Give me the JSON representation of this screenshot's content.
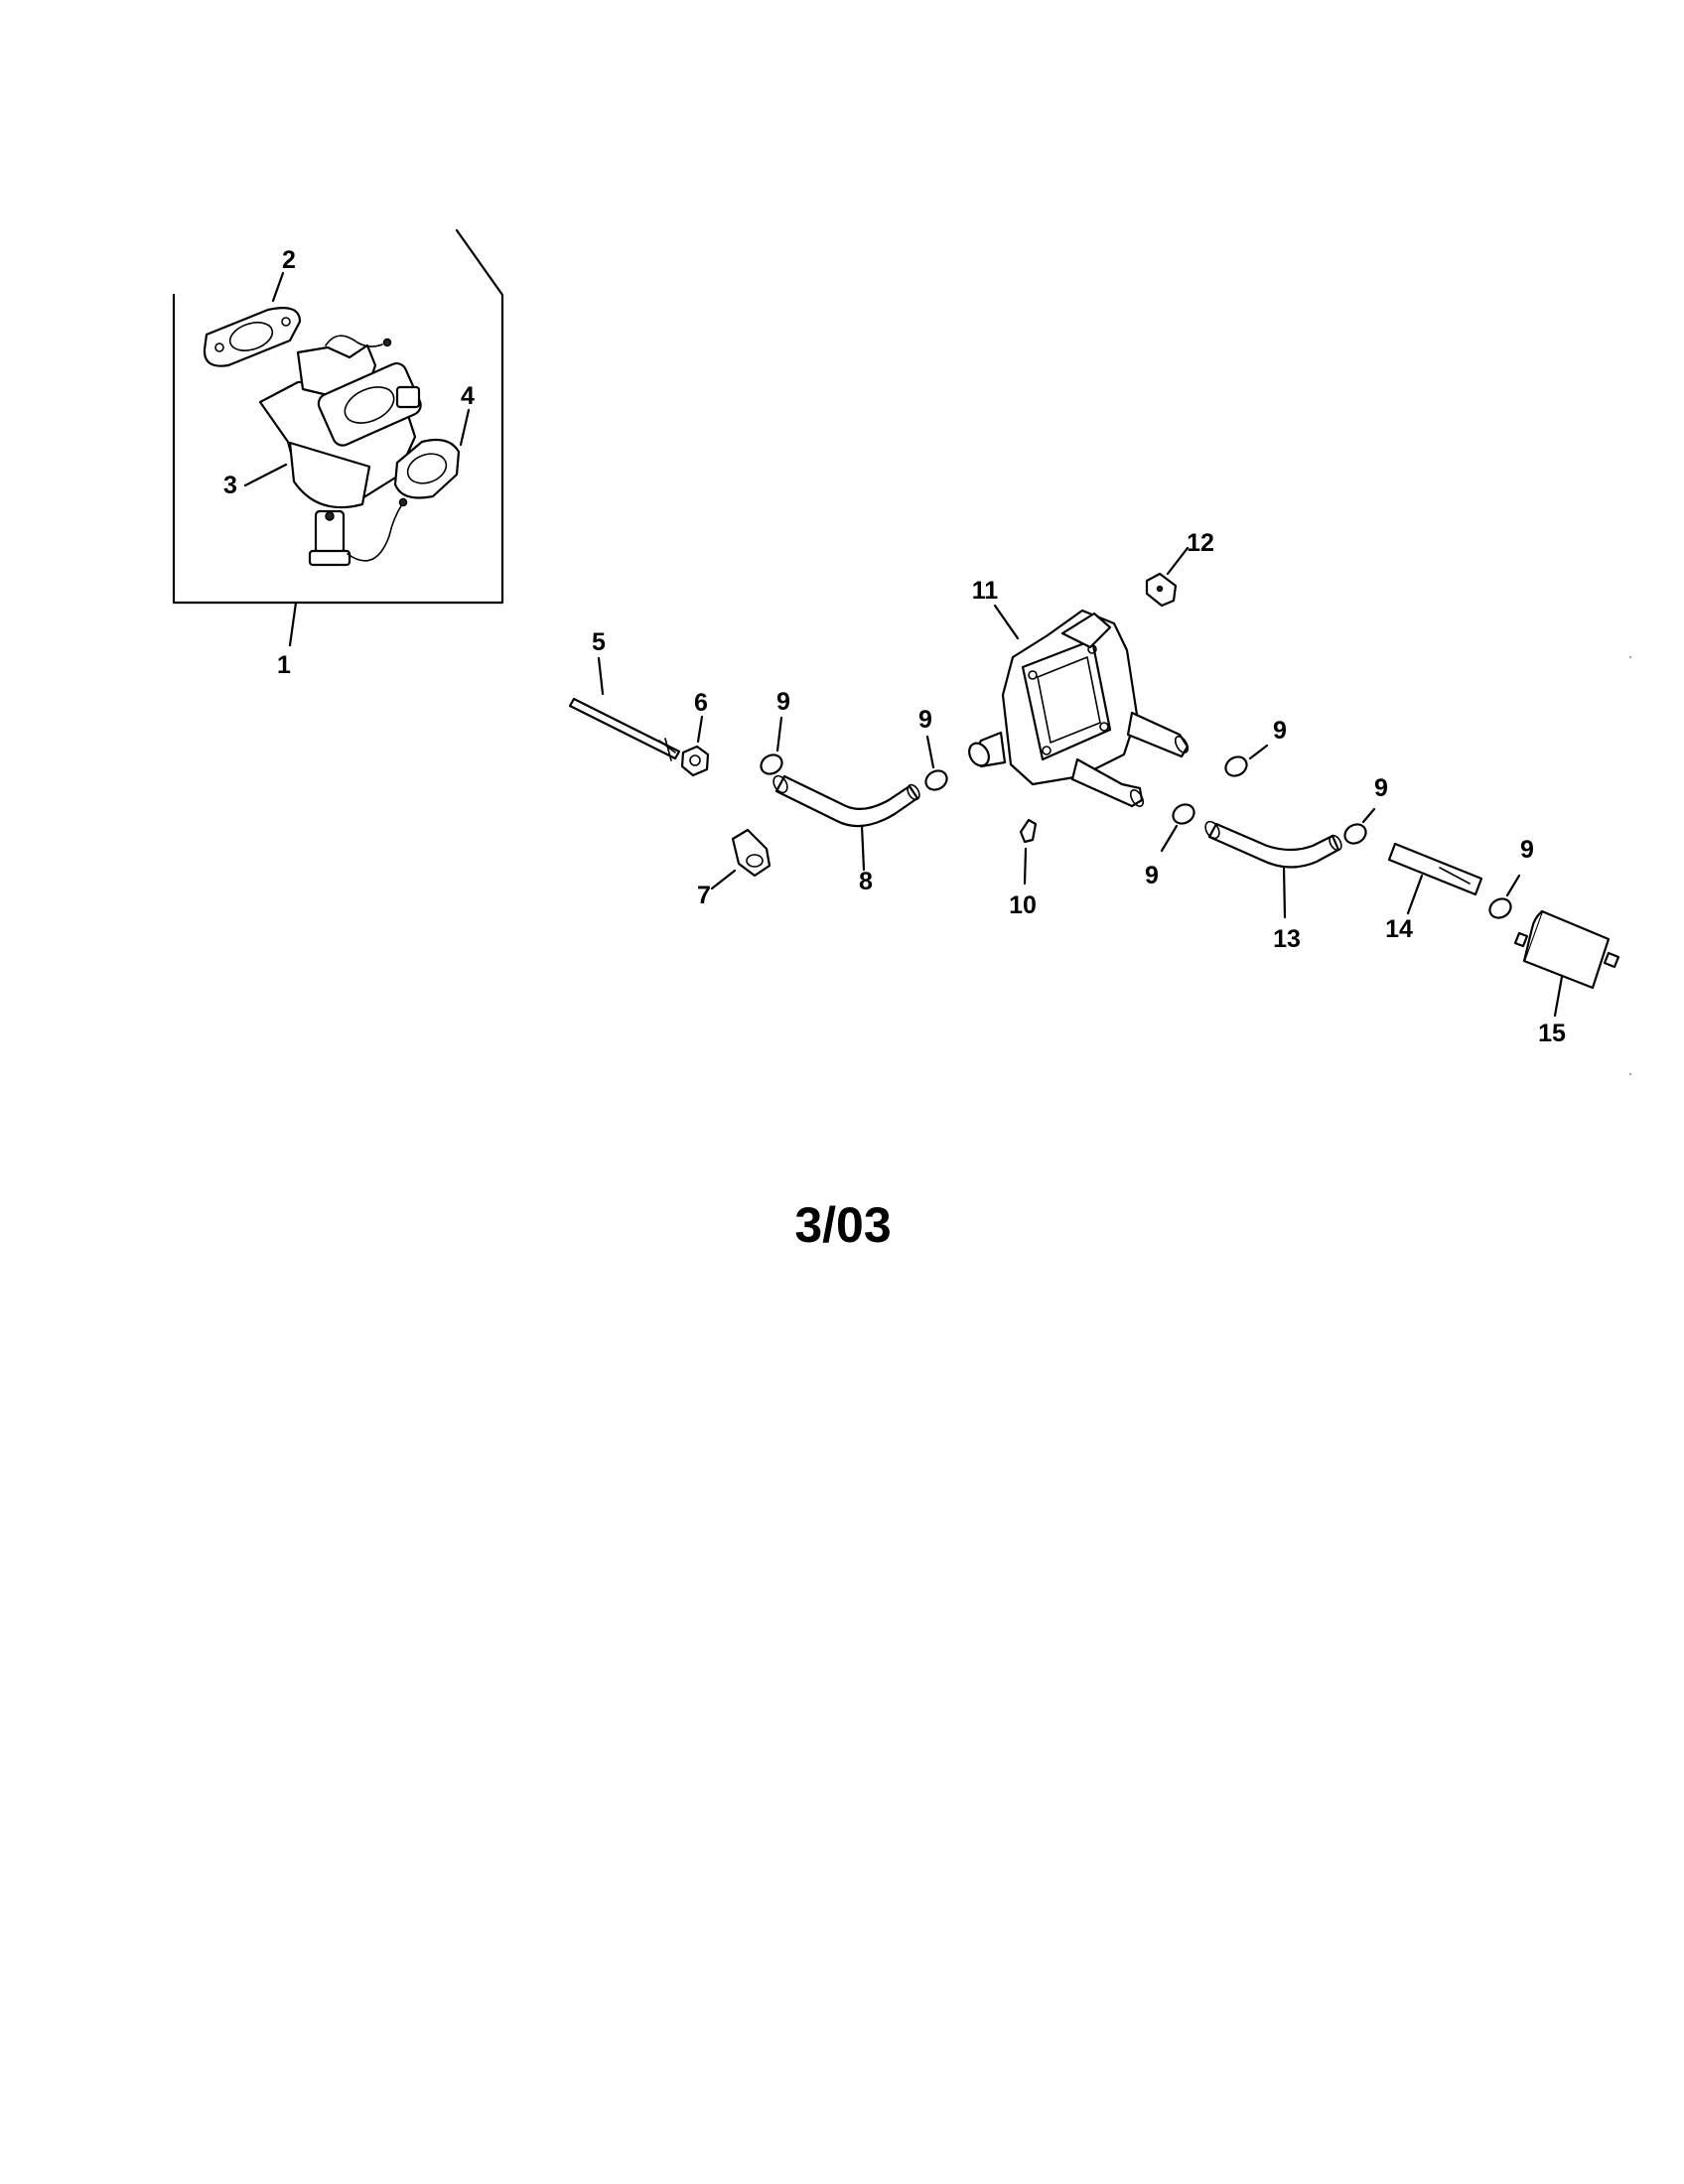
{
  "callouts": {
    "c1": "1",
    "c2": "2",
    "c3": "3",
    "c4": "4",
    "c5": "5",
    "c6": "6",
    "c7": "7",
    "c8": "8",
    "c9": "9",
    "c10": "10",
    "c11": "11",
    "c12": "12",
    "c13": "13",
    "c14": "14",
    "c15": "15"
  },
  "date_stamp": "3/03"
}
